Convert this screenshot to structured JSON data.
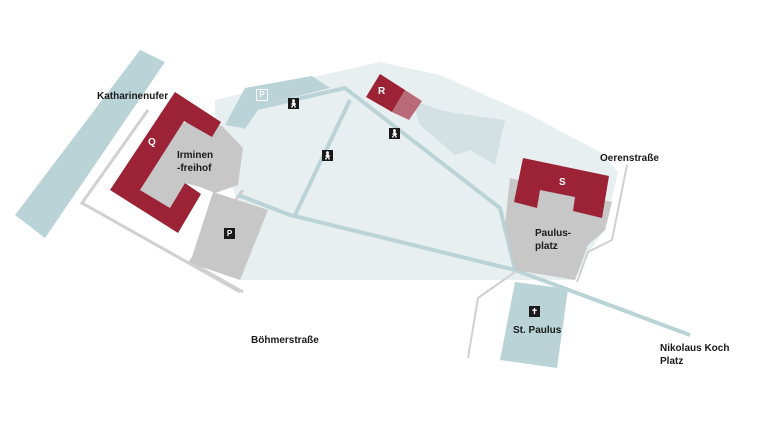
{
  "colors": {
    "area": "#e8eff0",
    "water": "#b9d3d7",
    "building": "#9b2335",
    "building_light": "#b86a78",
    "plaza": "#c7c7c7",
    "path": "#b9d3d7",
    "road": "#d0d0d0"
  },
  "streets": {
    "katharinenufer": "Katharinenufer",
    "oerenstrasse": "Oerenstraße",
    "boehmerstrasse": "Böhmerstraße",
    "nikolaus_koch": [
      "Nikolaus Koch",
      "Platz"
    ]
  },
  "buildings": {
    "q": "Q",
    "r": "R",
    "s": "S"
  },
  "places": {
    "irminenfreihof": [
      "Irminen",
      "-freihof"
    ],
    "paulusplatz": [
      "Paulus-",
      "platz"
    ],
    "st_paulus": "St. Paulus"
  },
  "icons": {
    "parking": "P",
    "parking_outline": "P",
    "pedestrian": "pedestrian-icon",
    "church": "church-icon"
  }
}
